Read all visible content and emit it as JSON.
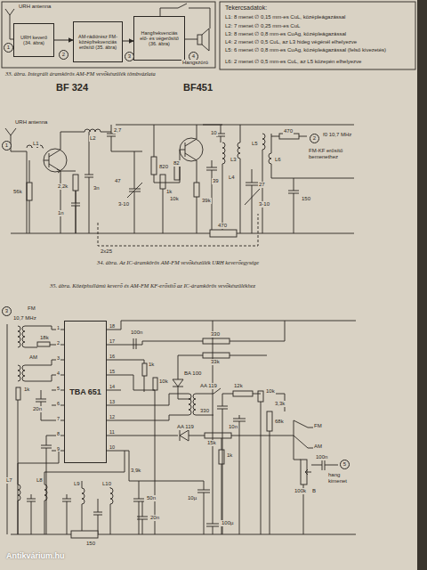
{
  "diagram": {
    "nodes": [
      {
        "text": [
          "URH keverő (34. ábra)"
        ]
      },
      {
        "text": [
          "AM-rádiórész FM-középfrekvenciás erősítő (35. ábra)"
        ]
      },
      {
        "text": [
          "Hangfrekvenciás elő- és végerősítő (36. ábra)"
        ]
      },
      {
        "text": [
          "TBA 651"
        ]
      }
    ],
    "edges": [
      {
        "from": 0,
        "to": 1,
        "arrow": "to"
      },
      {
        "from": 1,
        "to": 2,
        "arrow": "to"
      }
    ],
    "labels": [
      "URH antenna",
      "1",
      "2",
      "3",
      "4",
      "Hangszóró",
      "33. ábra. Integrált áramkörös AM-FM vevőkészülék tömbvázlata",
      "Tekercsadatok:",
      "L1: 8 menet ∅ 0,15 mm-es CuL, középleágazással",
      "L2: 7 menet ∅ 0,25 mm-es CuL",
      "L3: 8 menet ∅ 0,8 mm-es CuAg, középleágazással",
      "L4: 2 menet ∅ 0,5 CuL, az L3 hideg végénél elhelyezve",
      "L5: 6 menet ∅ 0,8 mm-es CuAg, középleágazással (felső kivezetés)",
      "L6: 2 menet ∅ 0,5 mm-es CuL, az L5 közepén elhelyezve",
      "BF 324",
      "BF451",
      "URH antenna",
      "1",
      "L1",
      "56k",
      "2,2k",
      "1n",
      "3n",
      "L2",
      "2,7",
      "47",
      "820",
      "1k",
      "3-10",
      "82",
      "10",
      "L3",
      "L4",
      "10k",
      "39",
      "39k",
      "27",
      "3-10",
      "L5",
      "L6",
      "470",
      "2",
      "f0 10,7 MHz",
      "FM-KF erősítő bemenethez",
      "150",
      "470",
      "2x25",
      "34. ábra. Az IC-áramkörös AM-FM vevőkészülék URH keverőegysége",
      "35. ábra. Középhullámú keverő és AM-FM KF-erősítő az IC-áramkörös vevőkészülékhez",
      "3",
      "FM",
      "10,7 MHz",
      "18k",
      "AM",
      "1k",
      "20n",
      "L7",
      "L8",
      "L9",
      "L10",
      "1",
      "2",
      "3",
      "4",
      "5",
      "6",
      "7",
      "8",
      "9",
      "18",
      "17",
      "16",
      "15",
      "14",
      "13",
      "12",
      "11",
      "10",
      "100n",
      "330",
      "33k",
      "1k",
      "10k",
      "BA 100",
      "AA 119",
      "12k",
      "10k",
      "3,3k",
      "68k",
      "330",
      "10n",
      "AA 119",
      "15k",
      "1k",
      "3,9k",
      "FM",
      "AM",
      "100n",
      "100k",
      "5",
      "hang kimenet",
      "B",
      "10µ",
      "50n",
      "20n",
      "100µ",
      "150",
      "Antikvárium.hu"
    ]
  }
}
